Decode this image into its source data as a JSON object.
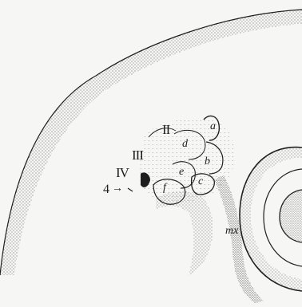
{
  "labels": {
    "ii": "II",
    "iii": "III",
    "iv": "IV",
    "four": "4",
    "four_arrow": "→",
    "a": "a",
    "b": "b",
    "c": "c",
    "d": "d",
    "e": "e",
    "f": "f",
    "mx": "mx"
  },
  "colors": {
    "paper": "#f6f6f4",
    "ink": "#1e1e1e",
    "stipple": "#3a3a3a"
  }
}
